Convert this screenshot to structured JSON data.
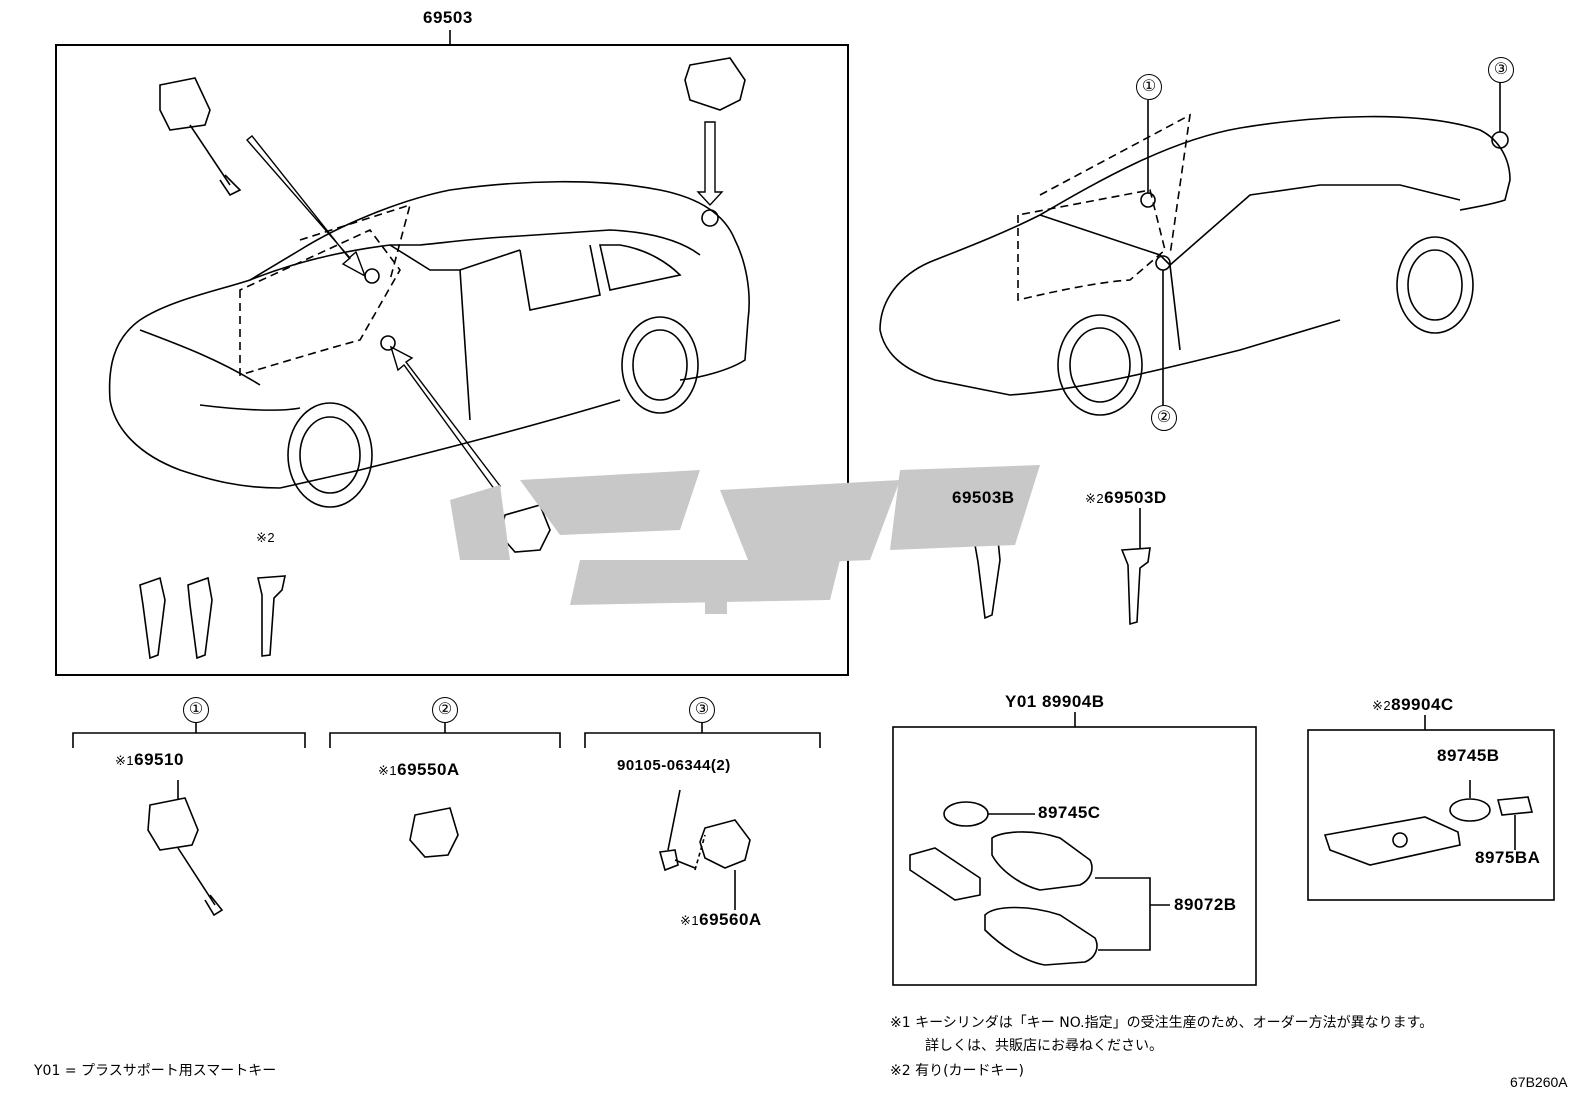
{
  "diagram": {
    "main_assembly": "69503",
    "group_labels": [
      "①",
      "②",
      "③"
    ],
    "callouts": {
      "part_69503B": "69503B",
      "part_69503D": "69503D",
      "part_69510": "69510",
      "part_69550A": "69550A",
      "part_90105": "90105-06344(2)",
      "part_69560A": "69560A",
      "part_89904B": "Y01 89904B",
      "part_89745C": "89745C",
      "part_89072B": "89072B",
      "part_89904C": "89904C",
      "part_89745B": "89745B",
      "part_8975BA": "8975BA"
    },
    "marks": {
      "note1": "※1",
      "note2": "※2"
    },
    "notes": {
      "line1": "※1  キーシリンダは「キー NO.指定」の受注生産のため、オーダー方法が異なります。",
      "line2": "詳しくは、共販店にお尋ねください。",
      "line3": "※2  有り(カードキー)",
      "legend": "Y01 = プラスサポート用スマートキー",
      "figure_code": "67B260A"
    }
  }
}
